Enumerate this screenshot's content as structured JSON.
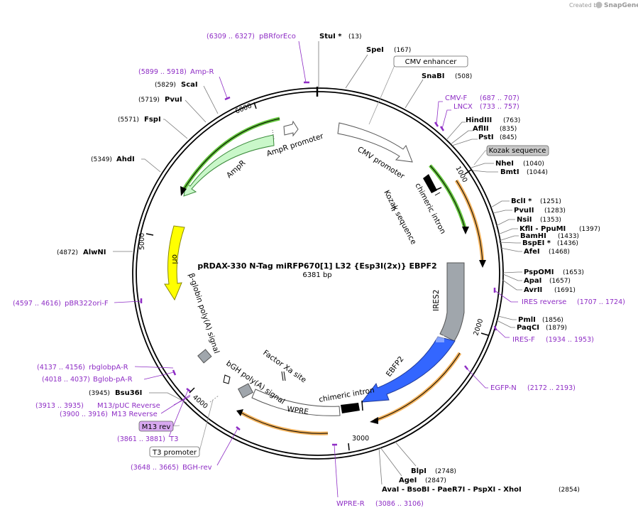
{
  "watermark": {
    "created_by": "Created by",
    "brand": "SnapGene"
  },
  "plasmid": {
    "name": "pRDAX-330    N-Tag miRFP670[1] L32 {Esp3I(2x)} EBPF2",
    "size": "6381 bp"
  },
  "ticks": [
    "1000",
    "2000",
    "3000",
    "4000",
    "5000",
    "6000"
  ],
  "features": {
    "cmv_promoter": "CMV promoter",
    "chimeric_intron_1": "chimeric intron",
    "kozak_sequence": "Kozak sequence",
    "ires2": "IRES2",
    "ebfp2": "EBFP2",
    "chimeric_intron_2": "chimeric intron",
    "wpre": "WPRE",
    "bgh_polya": "bGH poly(A) signal",
    "factor_xa": "Factor Xa site",
    "beta_globin_polya": "β-globin poly(A) signal",
    "ori": "ori",
    "ampr": "AmpR",
    "ampr_promoter": "AmpR promoter"
  },
  "boxed_labels": {
    "cmv_enhancer": "CMV enhancer",
    "kozak_sequence": "Kozak sequence",
    "m13_rev": "M13 rev",
    "t3_promoter": "T3 promoter"
  },
  "enzymes": {
    "stui": {
      "name": "StuI *",
      "pos": "(13)"
    },
    "spei": {
      "name": "SpeI",
      "pos": "(167)"
    },
    "snabi": {
      "name": "SnaBI",
      "pos": "(508)"
    },
    "hindiii": {
      "name": "HindIII",
      "pos": "(763)"
    },
    "aflii": {
      "name": "AflII",
      "pos": "(835)"
    },
    "psti": {
      "name": "PstI",
      "pos": "(845)"
    },
    "nhei": {
      "name": "NheI",
      "pos": "(1040)"
    },
    "bmti": {
      "name": "BmtI",
      "pos": "(1044)"
    },
    "bcli": {
      "name": "BclI *",
      "pos": "(1251)"
    },
    "pvuii": {
      "name": "PvuII",
      "pos": "(1283)"
    },
    "nsii": {
      "name": "NsiI",
      "pos": "(1353)"
    },
    "kfli": {
      "name": "KflI  - PpuMI",
      "pos": "(1397)"
    },
    "bamhi": {
      "name": "BamHI",
      "pos": "(1433)"
    },
    "bspei": {
      "name": "BspEI *",
      "pos": "(1436)"
    },
    "afei": {
      "name": "AfeI",
      "pos": "(1468)"
    },
    "pspomi": {
      "name": "PspOMI",
      "pos": "(1653)"
    },
    "apai": {
      "name": "ApaI",
      "pos": "(1657)"
    },
    "avrii": {
      "name": "AvrII",
      "pos": "(1691)"
    },
    "pmli": {
      "name": "PmlI",
      "pos": "(1856)"
    },
    "paqci": {
      "name": "PaqCI",
      "pos": "(1879)"
    },
    "blpi": {
      "name": "BlpI",
      "pos": "(2748)"
    },
    "agei": {
      "name": "AgeI",
      "pos": "(2847)"
    },
    "avai_group": {
      "name": "AvaI  - BsoBI  - PaeR7I  - PspXI  - XhoI",
      "pos": "(2854)"
    },
    "bsu36i": {
      "name": "Bsu36I",
      "pos": "(3945)"
    },
    "alwni": {
      "name": "AlwNI",
      "pos": "(4872)"
    },
    "ahdi": {
      "name": "AhdI",
      "pos": "(5349)"
    },
    "fspi": {
      "name": "FspI",
      "pos": "(5571)"
    },
    "pvui": {
      "name": "PvuI",
      "pos": "(5719)"
    },
    "scai": {
      "name": "ScaI",
      "pos": "(5829)"
    }
  },
  "primers": {
    "pbrforeco": {
      "name": "pBRforEco",
      "range": "(6309 .. 6327)"
    },
    "amp_r": {
      "name": "Amp-R",
      "range": "(5899 .. 5918)"
    },
    "cmv_f": {
      "name": "CMV-F",
      "range": "(687 .. 707)"
    },
    "lncx": {
      "name": "LNCX",
      "range": "(733 .. 757)"
    },
    "ires_reverse": {
      "name": "IRES reverse",
      "range": "(1707 .. 1724)"
    },
    "ires_f": {
      "name": "IRES-F",
      "range": "(1934 .. 1953)"
    },
    "egfp_n": {
      "name": "EGFP-N",
      "range": "(2172 .. 2193)"
    },
    "wpre_r": {
      "name": "WPRE-R",
      "range": "(3086 .. 3106)"
    },
    "bgh_rev": {
      "name": "BGH-rev",
      "range": "(3648 .. 3665)"
    },
    "t3": {
      "name": "T3",
      "range": "(3861 .. 3881)"
    },
    "m13_reverse": {
      "name": "M13 Reverse",
      "range": "(3900 .. 3916)"
    },
    "m13_puc_reverse": {
      "name": "M13/pUC Reverse",
      "range": "(3913 .. 3935)"
    },
    "bglob_pa_r": {
      "name": "Bglob-pA-R",
      "range": "(4018 .. 4037)"
    },
    "rbglobpa_r": {
      "name": "rbglobpA-R",
      "range": "(4137 .. 4156)"
    },
    "pbr322ori_f": {
      "name": "pBR322ori-F",
      "range": "(4597 .. 4616)"
    }
  },
  "colors": {
    "backbone": "#000000",
    "primer": "#8e2dc5",
    "ampr": "#c9f7c9",
    "ori": "#ffff00",
    "ebfp2": "#3366ff",
    "ires2": "#a0a6ac",
    "orange_track": "#f2b15a",
    "green_track": "#63c63c",
    "kozak_box": "#c8c8c8",
    "m13_box": "#d8a8f0"
  }
}
